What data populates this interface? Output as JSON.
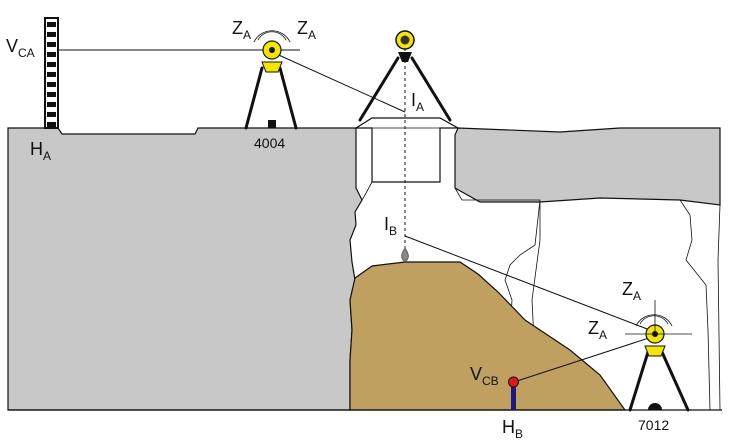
{
  "labels": {
    "vca": {
      "main": "V",
      "sub": "CA"
    },
    "ha": {
      "main": "H",
      "sub": "A"
    },
    "za_top_left": {
      "main": "Z",
      "sub": "A"
    },
    "za_top_right": {
      "main": "Z",
      "sub": "A"
    },
    "ia": {
      "main": "I",
      "sub": "A"
    },
    "ib": {
      "main": "I",
      "sub": "B"
    },
    "za_right_upper": {
      "main": "Z",
      "sub": "A"
    },
    "za_right_lower": {
      "main": "Z",
      "sub": "A"
    },
    "vcb": {
      "main": "V",
      "sub": "CB"
    },
    "hb": {
      "main": "H",
      "sub": "B"
    },
    "station_4004": "4004",
    "station_7012": "7012"
  },
  "colors": {
    "ground": "#c8c8c8",
    "fill_soil": "#c0a060",
    "instrument": "#f5e600",
    "point_b": "#e01818",
    "rod_b": "#1a1a80",
    "line": "#111111"
  }
}
